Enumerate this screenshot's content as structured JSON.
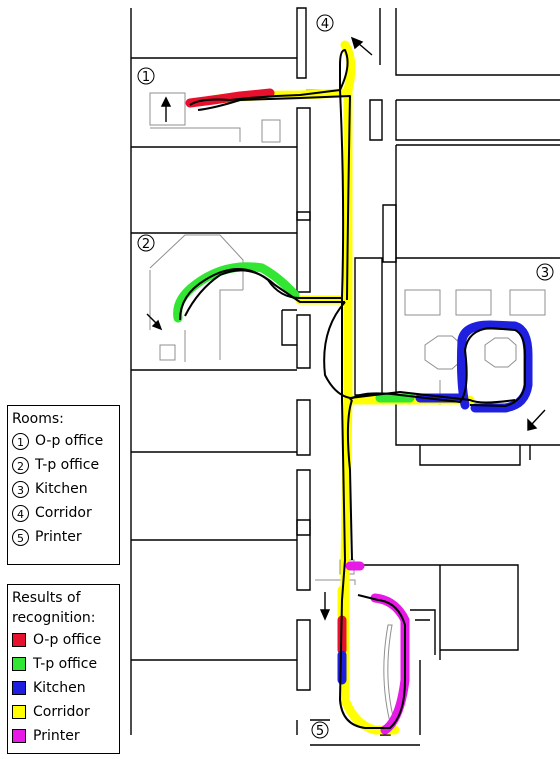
{
  "rooms_legend": {
    "title": "Rooms:",
    "items": [
      {
        "num": "1",
        "label": "O-p office"
      },
      {
        "num": "2",
        "label": "T-p office"
      },
      {
        "num": "3",
        "label": "Kitchen"
      },
      {
        "num": "4",
        "label": "Corridor"
      },
      {
        "num": "5",
        "label": "Printer"
      }
    ]
  },
  "results_legend": {
    "title_line1": "Results of",
    "title_line2": "recognition:",
    "items": [
      {
        "label": "O-p office",
        "color": "#e8112d"
      },
      {
        "label": "T-p office",
        "color": "#33e633"
      },
      {
        "label": "Kitchen",
        "color": "#1f1fe0"
      },
      {
        "label": "Corridor",
        "color": "#ffff00"
      },
      {
        "label": "Printer",
        "color": "#e619e6"
      }
    ]
  },
  "room_markers": [
    "1",
    "2",
    "3",
    "4",
    "5"
  ],
  "colors": {
    "wall": "#000000",
    "furniture": "#9a9a9a",
    "trajectory": "#000000"
  }
}
